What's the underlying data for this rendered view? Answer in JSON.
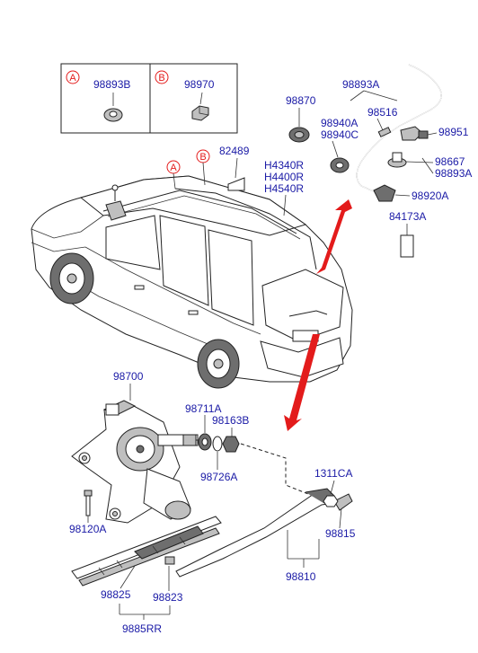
{
  "colors": {
    "label": "#1a1aa6",
    "reference": "#e31b1b",
    "arrow": "#e31b1b",
    "line": "#222222"
  },
  "refs": {
    "a": "A",
    "b": "B"
  },
  "parts": {
    "p98893b": "98893B",
    "p98970": "98970",
    "p98870": "98870",
    "p98893a_top": "98893A",
    "p98516": "98516",
    "p98940a": "98940A",
    "p98940c": "98940C",
    "p98951": "98951",
    "p98667": "98667",
    "p98893a_right": "98893A",
    "p98920a": "98920A",
    "p84173a": "84173A",
    "p82489": "82489",
    "h4340r": "H4340R",
    "h4400r": "H4400R",
    "h4540r": "H4540R",
    "p98700": "98700",
    "p98711a": "98711A",
    "p98163b": "98163B",
    "p98726a": "98726A",
    "p98120a": "98120A",
    "p1311ca": "1311CA",
    "p98815": "98815",
    "p98810": "98810",
    "p98825": "98825",
    "p98823": "98823",
    "p9885rr": "9885RR"
  }
}
